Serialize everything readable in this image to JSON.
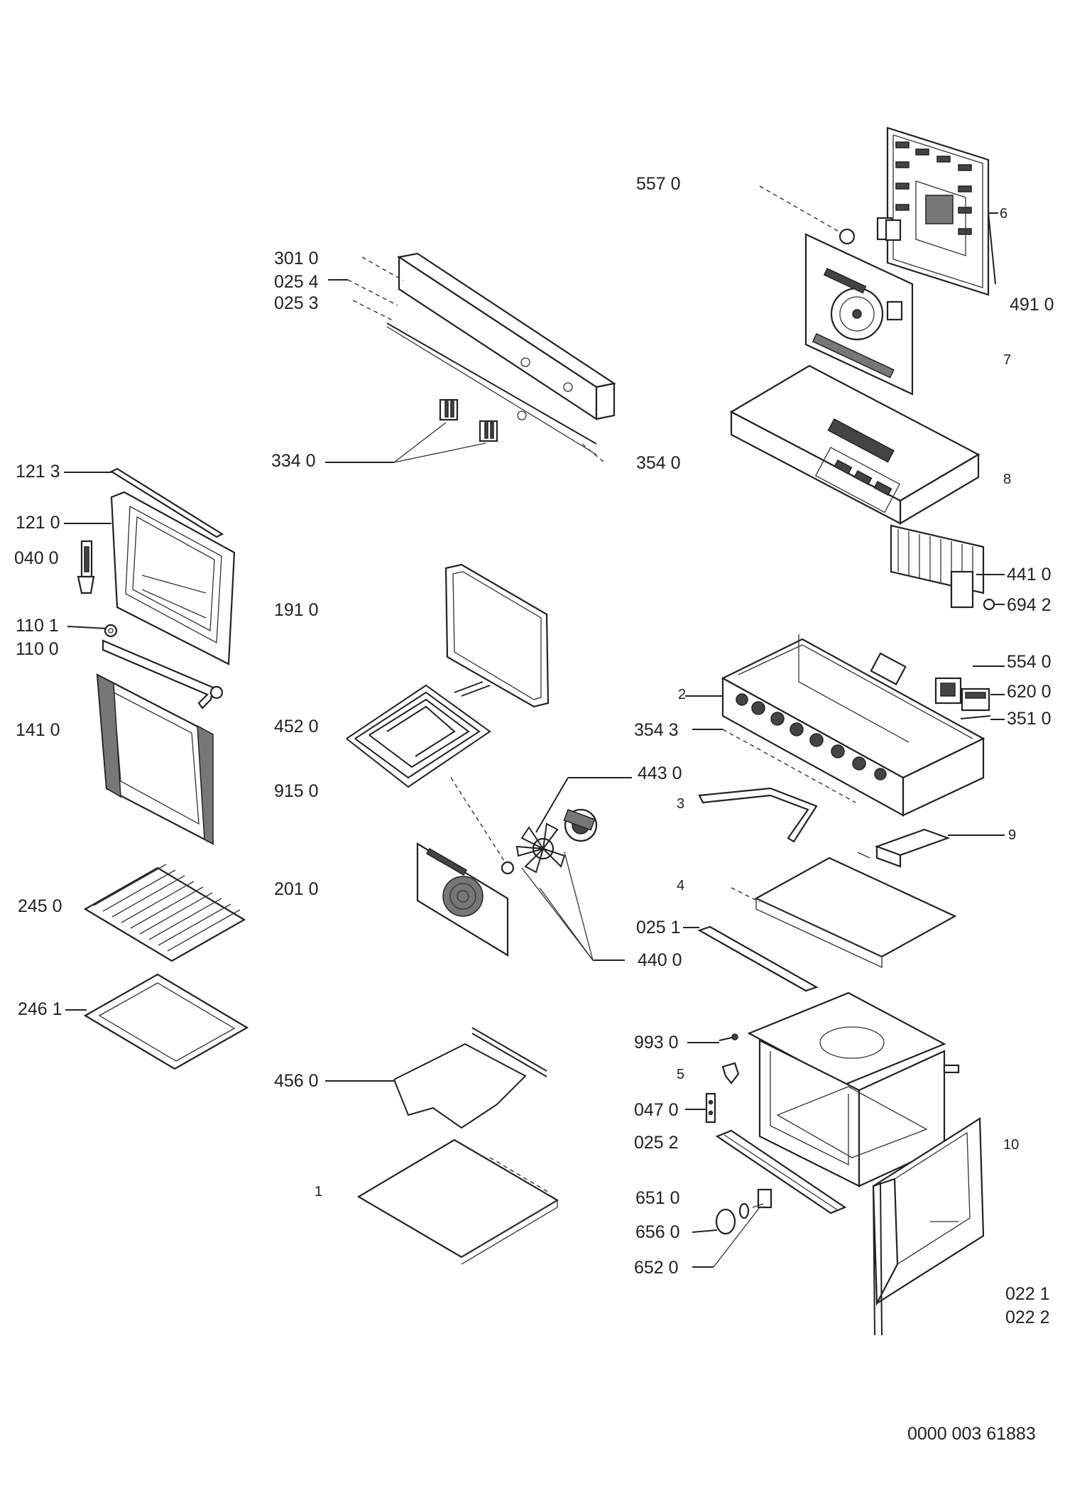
{
  "labels": {
    "l5570": "557 0",
    "l6": "6",
    "l4910": "491 0",
    "l7": "7",
    "l8": "8",
    "l3010": "301 0",
    "l0254": "025 4",
    "l0253": "025 3",
    "l3340": "334 0",
    "l3540": "354 0",
    "l1213": "121 3",
    "l1210": "121 0",
    "l0400": "040 0",
    "l1101": "110 1",
    "l1100": "110 0",
    "l1410": "141 0",
    "l1910": "191 0",
    "l4520": "452 0",
    "l9150": "915 0",
    "l4410": "441 0",
    "l6942": "694 2",
    "l5540": "554 0",
    "l6200": "620 0",
    "l3510": "351 0",
    "l2": "2",
    "l3543": "354 3",
    "l4430": "443 0",
    "l3": "3",
    "l9": "9",
    "l4": "4",
    "l2450": "245 0",
    "l2010": "201 0",
    "l0251": "025 1",
    "l4400": "440 0",
    "l2461": "246 1",
    "l9930": "993 0",
    "l5": "5",
    "l4560": "456 0",
    "l0470": "047 0",
    "l0252": "025 2",
    "l10": "10",
    "l1": "1",
    "l6510": "651 0",
    "l6560": "656 0",
    "l6520": "652 0",
    "l0221": "022 1",
    "l0222": "022 2",
    "doc_number": "0000 003 61883"
  },
  "colors": {
    "line": "#222222",
    "background": "#ffffff"
  }
}
